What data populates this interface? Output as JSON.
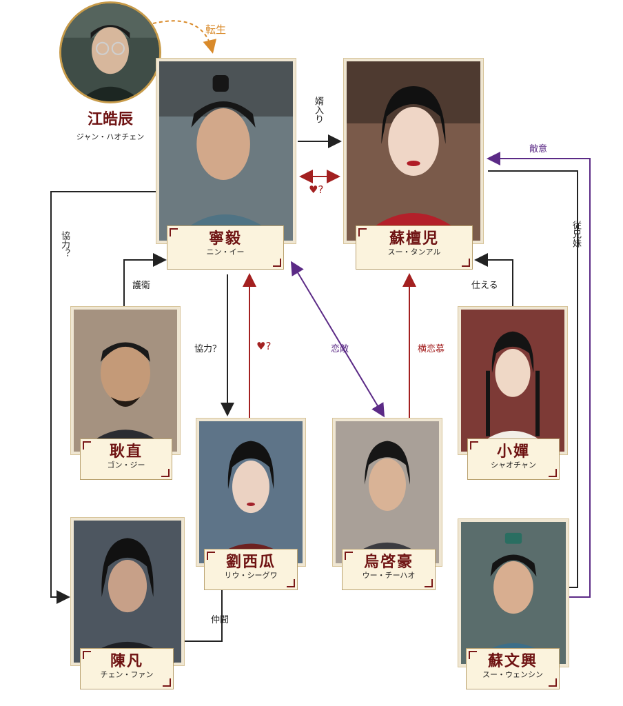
{
  "colors": {
    "name_red": "#6e1212",
    "arrow_dark": "#222222",
    "arrow_red": "#a32020",
    "arrow_purple": "#5b2a86",
    "arrow_orange": "#d98a2a",
    "frame_gold": "#c79b4a"
  },
  "characters": {
    "jiang": {
      "name": "江皓辰",
      "reading": "ジャン・ハオチェン"
    },
    "ning": {
      "name": "寧毅",
      "reading": "ニン・イー"
    },
    "su": {
      "name": "蘇檀児",
      "reading": "スー・タンアル"
    },
    "geng": {
      "name": "耿直",
      "reading": "ゴン・ジー"
    },
    "liu": {
      "name": "劉西瓜",
      "reading": "リウ・シーグワ"
    },
    "wu": {
      "name": "烏啓豪",
      "reading": "ウー・チーハオ"
    },
    "xiao": {
      "name": "小嬋",
      "reading": "シャオチャン"
    },
    "chen": {
      "name": "陳凡",
      "reading": "チェン・ファン"
    },
    "suwen": {
      "name": "蘇文興",
      "reading": "スー・ウェンシン"
    }
  },
  "relations": {
    "reincarnation": "転生",
    "marry_in": "婿入り",
    "love_q": "♥?",
    "rival_in_love": "恋敵",
    "one_sided_love": "横恋慕",
    "hostility": "敵意",
    "cousins": "従兄妹",
    "cooperation_q": "協力？",
    "guard": "護衛",
    "serves": "仕える",
    "comrades": "仲間"
  }
}
